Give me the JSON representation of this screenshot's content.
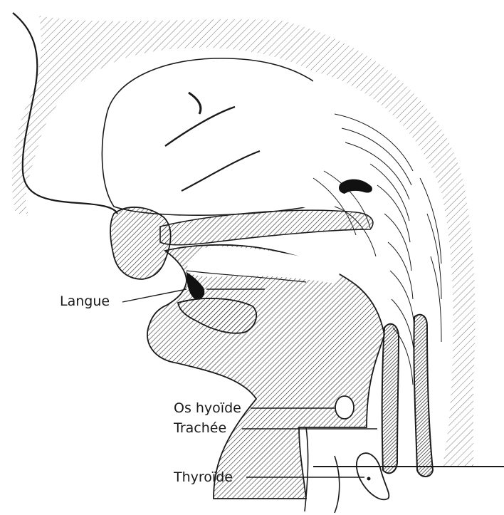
{
  "labels": {
    "langue": "Langue",
    "os_hyoide": "Os hyoïde",
    "trachee": "Trachée",
    "thyroide": "Thyroïde"
  },
  "colors": {
    "ink": "#1a1a1a",
    "hatch": "#2a2a2a",
    "background": "#ffffff"
  }
}
